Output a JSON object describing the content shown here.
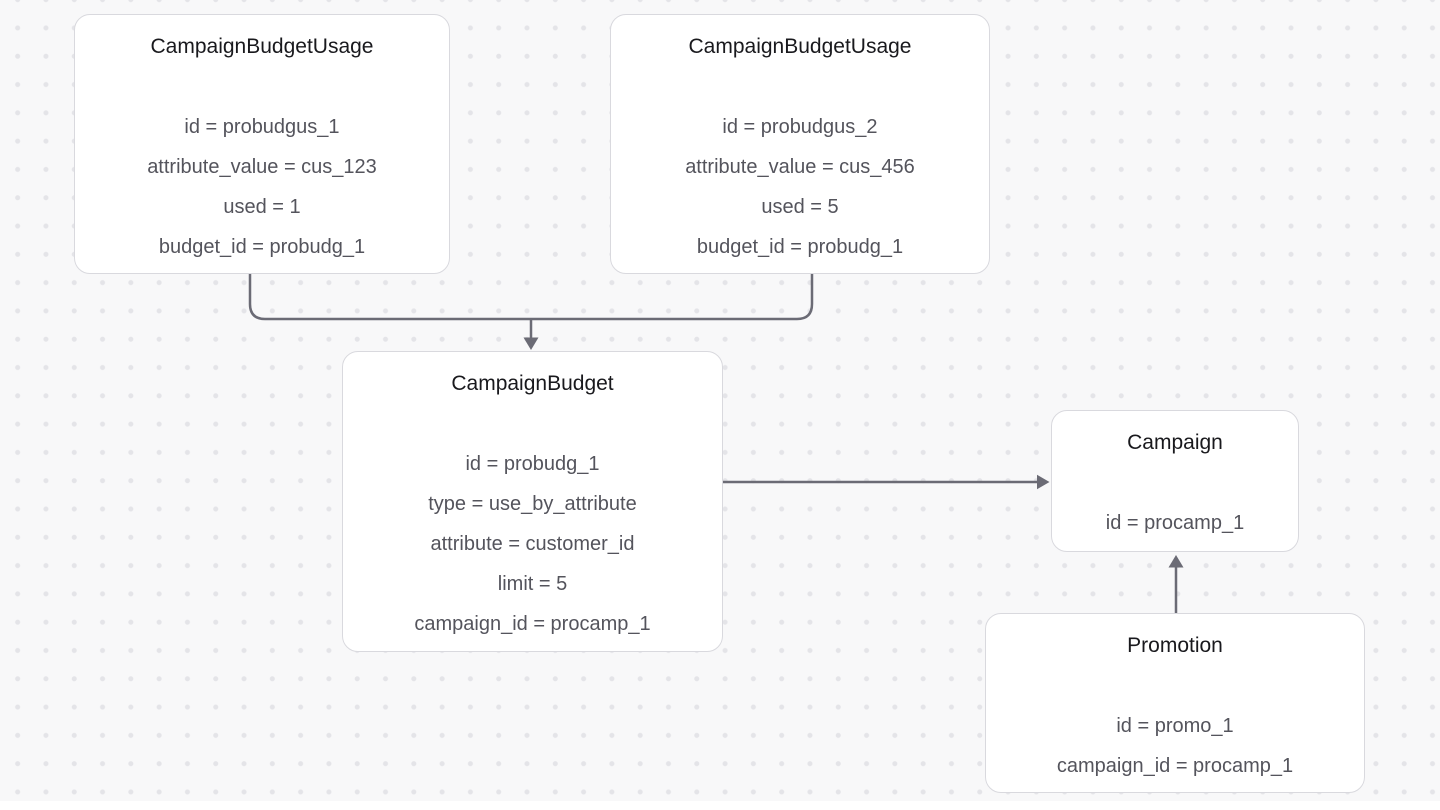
{
  "diagram": {
    "nodes": [
      {
        "title": "CampaignBudgetUsage",
        "attributes": [
          "id = probudgus_1",
          "attribute_value = cus_123",
          "used = 1",
          "budget_id = probudg_1"
        ]
      },
      {
        "title": "CampaignBudgetUsage",
        "attributes": [
          "id = probudgus_2",
          "attribute_value = cus_456",
          "used = 5",
          "budget_id = probudg_1"
        ]
      },
      {
        "title": "CampaignBudget",
        "attributes": [
          "id = probudg_1",
          "type = use_by_attribute",
          "attribute = customer_id",
          "limit = 5",
          "campaign_id = procamp_1"
        ]
      },
      {
        "title": "Campaign",
        "attributes": [
          "id = procamp_1"
        ]
      },
      {
        "title": "Promotion",
        "attributes": [
          "id = promo_1",
          "campaign_id = procamp_1"
        ]
      }
    ],
    "edges": [
      {
        "from": "CampaignBudgetUsage id = probudgus_1",
        "to": "CampaignBudget id = probudg_1",
        "direction": "down"
      },
      {
        "from": "CampaignBudgetUsage id = probudgus_2",
        "to": "CampaignBudget id = probudg_1",
        "direction": "down"
      },
      {
        "from": "CampaignBudget id = probudg_1",
        "to": "Campaign id = procamp_1",
        "direction": "right"
      },
      {
        "from": "Promotion id = promo_1",
        "to": "Campaign id = procamp_1",
        "direction": "up"
      }
    ],
    "colors": {
      "background": "#f8f8f9",
      "grid_dot": "#e4e4e8",
      "node_fill": "#ffffff",
      "node_border": "#d9d9de",
      "title_text": "#19191d",
      "attribute_text": "#54545c",
      "edge": "#6b6b75"
    }
  }
}
